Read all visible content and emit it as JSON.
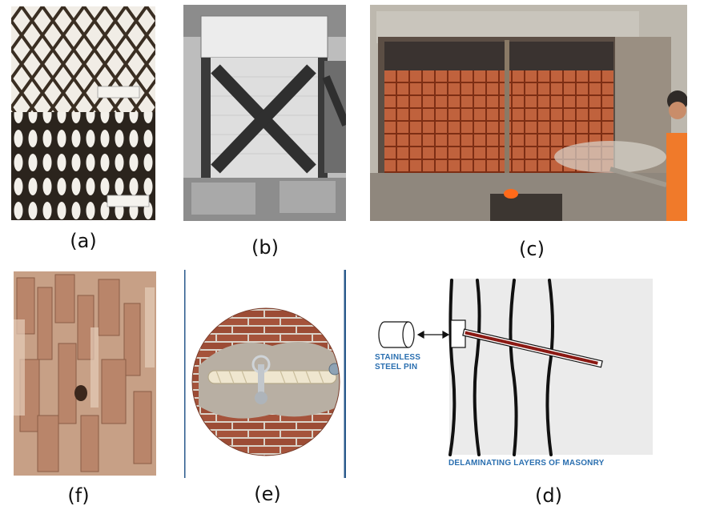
{
  "captions": {
    "a": "(a)",
    "b": "(b)",
    "c": "(c)",
    "d": "(d)",
    "e": "(e)",
    "f": "(f)"
  },
  "diagram_d": {
    "pin_label_line1": "STAINLESS",
    "pin_label_line2": "STEEL PIN",
    "bottom_label": "DELAMINATING LAYERS OF MASONRY"
  },
  "colors": {
    "mesh": "#3a2e22",
    "rebar": "#c8501f",
    "brick": "#a5533b",
    "pin_rod": "#8b1a14",
    "diagram_bg": "#ebebeb",
    "label_blue": "#2a6fb0"
  }
}
